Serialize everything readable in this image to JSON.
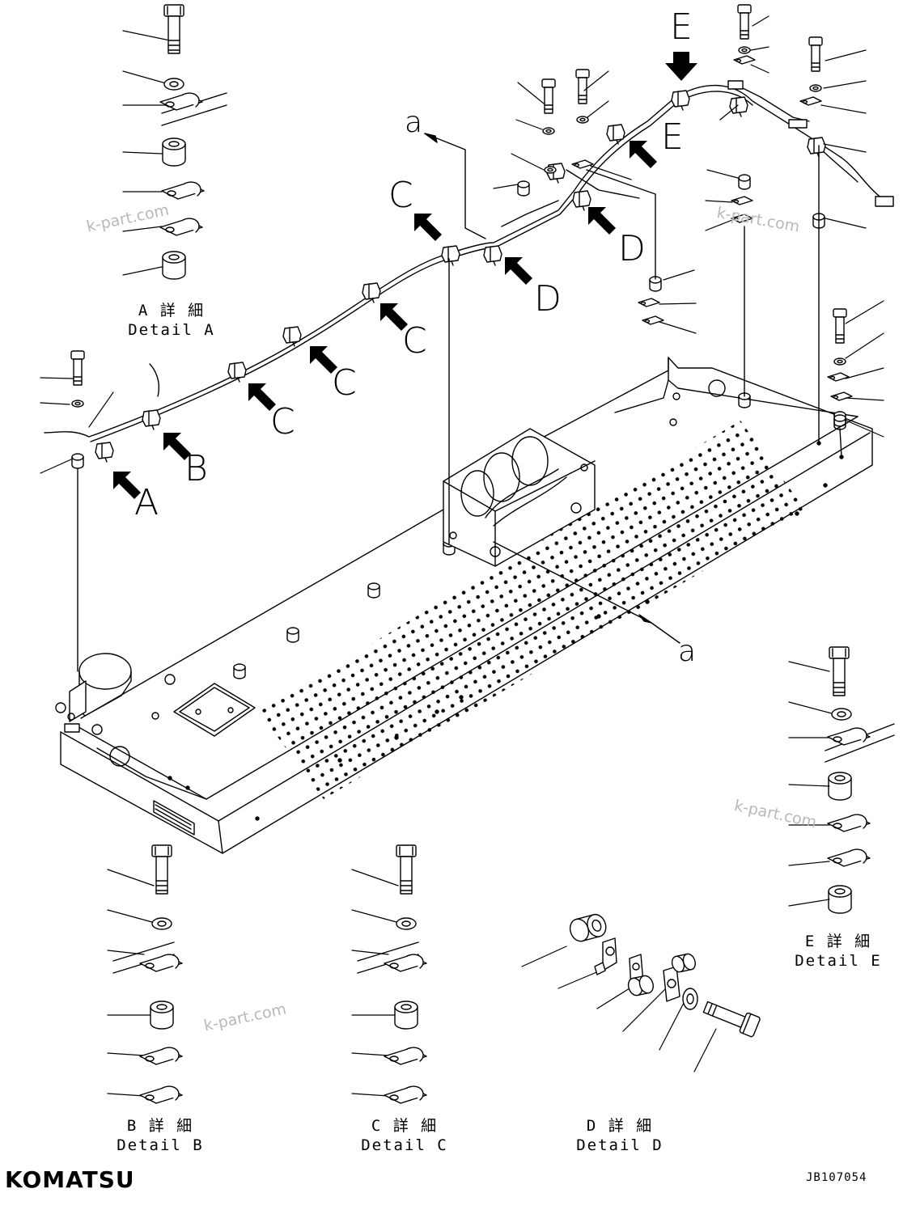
{
  "details": {
    "a": {
      "jp": "A 詳 細",
      "en": "Detail A"
    },
    "b": {
      "jp": "B 詳 細",
      "en": "Detail B"
    },
    "c": {
      "jp": "C 詳 細",
      "en": "Detail C"
    },
    "d": {
      "jp": "D 詳 細",
      "en": "Detail D"
    },
    "e": {
      "jp": "E 詳 細",
      "en": "Detail E"
    }
  },
  "callouts": {
    "A": "A",
    "B": "B",
    "C": "C",
    "D": "D",
    "E": "E",
    "a": "a"
  },
  "watermark": "k-part.com",
  "brand": "KOMATSU",
  "drawing_code": "JB107054",
  "colors": {
    "line": "#000000",
    "watermark": "#b8b8b8",
    "background": "#ffffff"
  }
}
